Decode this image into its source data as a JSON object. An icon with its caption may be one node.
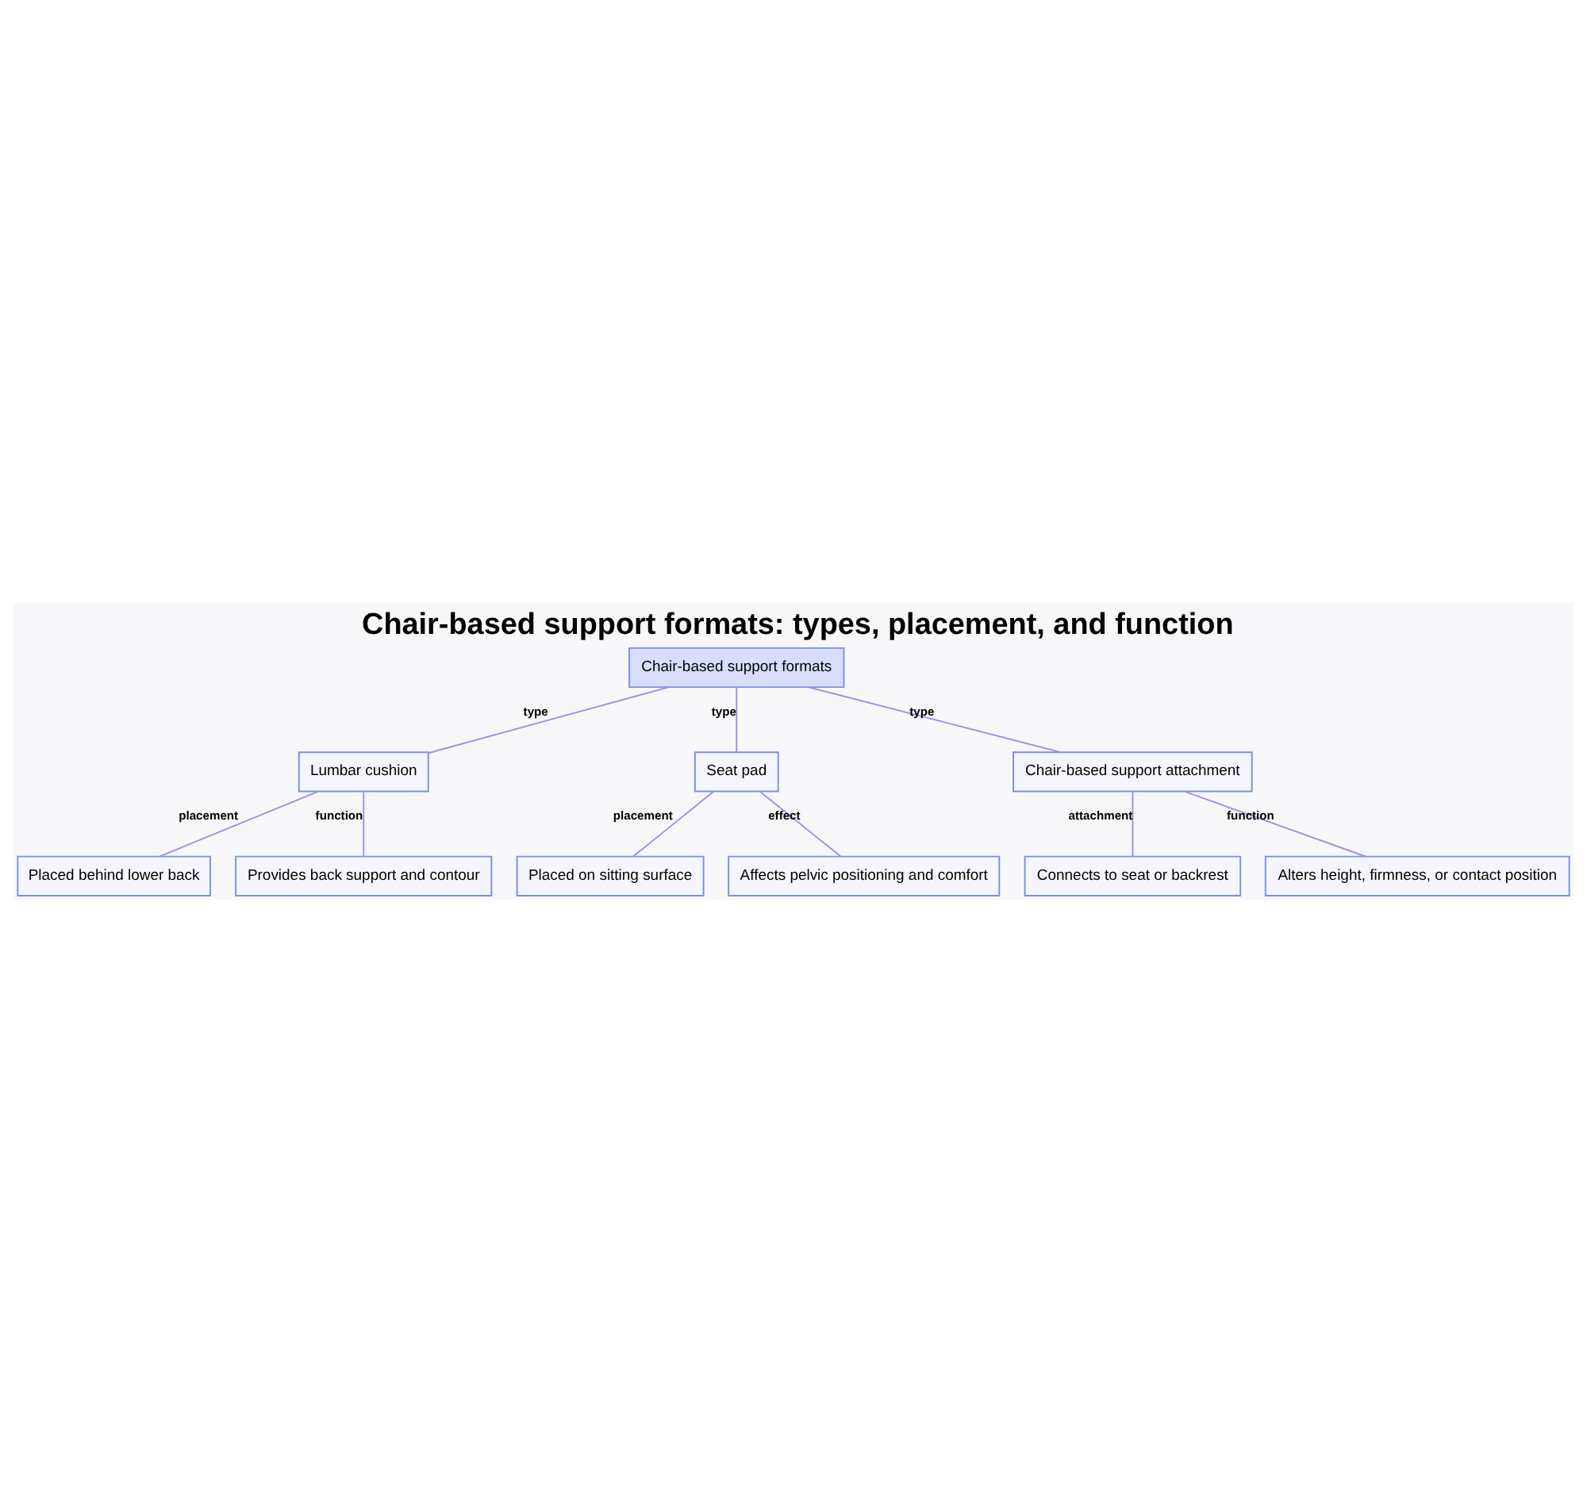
{
  "diagram": {
    "title": "Chair-based support formats: types, placement, and function",
    "nodes": [
      {
        "text": [
          "Chair-based support formats"
        ]
      },
      {
        "text": [
          "Lumbar cushion"
        ]
      },
      {
        "text": [
          "Seat pad"
        ]
      },
      {
        "text": [
          "Chair-based support attachment"
        ]
      },
      {
        "text": [
          "Placed behind lower back"
        ]
      },
      {
        "text": [
          "Provides back support and contour"
        ]
      },
      {
        "text": [
          "Placed on sitting surface"
        ]
      },
      {
        "text": [
          "Affects pelvic positioning and comfort"
        ]
      },
      {
        "text": [
          "Connects to seat or backrest"
        ]
      },
      {
        "text": [
          "Alters height, firmness, or contact position"
        ]
      }
    ],
    "edges": [
      {
        "from": 0,
        "to": 1,
        "arrow": "none",
        "label": "type"
      },
      {
        "from": 0,
        "to": 2,
        "arrow": "none",
        "label": "type"
      },
      {
        "from": 0,
        "to": 3,
        "arrow": "none",
        "label": "type"
      },
      {
        "from": 1,
        "to": 4,
        "arrow": "none",
        "label": "placement"
      },
      {
        "from": 1,
        "to": 5,
        "arrow": "none",
        "label": "function"
      },
      {
        "from": 2,
        "to": 6,
        "arrow": "none",
        "label": "placement"
      },
      {
        "from": 2,
        "to": 7,
        "arrow": "none",
        "label": "effect"
      },
      {
        "from": 3,
        "to": 8,
        "arrow": "none",
        "label": "attachment"
      },
      {
        "from": 3,
        "to": 9,
        "arrow": "none",
        "label": "function"
      }
    ]
  }
}
